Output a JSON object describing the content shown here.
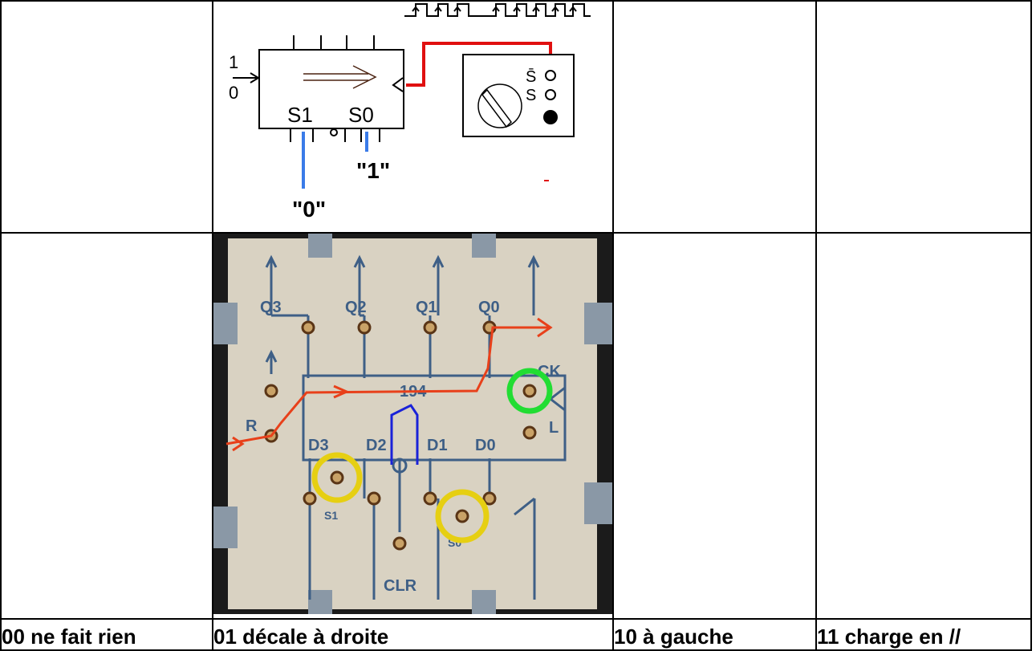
{
  "schematic": {
    "input_one": "1",
    "input_zero": "0",
    "s1_label": "S1",
    "s0_label": "S0",
    "s1_value": "\"0\"",
    "s0_value": "\"1\"",
    "switch_nq": "S̄",
    "switch_q": "S"
  },
  "board": {
    "q3": "Q3",
    "q2": "Q2",
    "q1": "Q1",
    "q0": "Q0",
    "chip": "194",
    "r": "R",
    "l": "L",
    "ck": "CK",
    "d3": "D3",
    "d2": "D2",
    "d1": "D1",
    "d0": "D0",
    "clr": "CLR",
    "s1": "S1",
    "s0": "S0"
  },
  "captions": {
    "col1": "00 ne fait rien",
    "col2": "01 décale à droite",
    "col3": "10 à gauche",
    "col4": "11 charge en //"
  },
  "colors": {
    "clock_wire": "#e01010",
    "select_wire": "#3a7be8",
    "data_path": "#e8401a",
    "shift_arrow": "#1a22d8",
    "clock_ring": "#22dd33",
    "select_ring": "#e6cf12"
  }
}
